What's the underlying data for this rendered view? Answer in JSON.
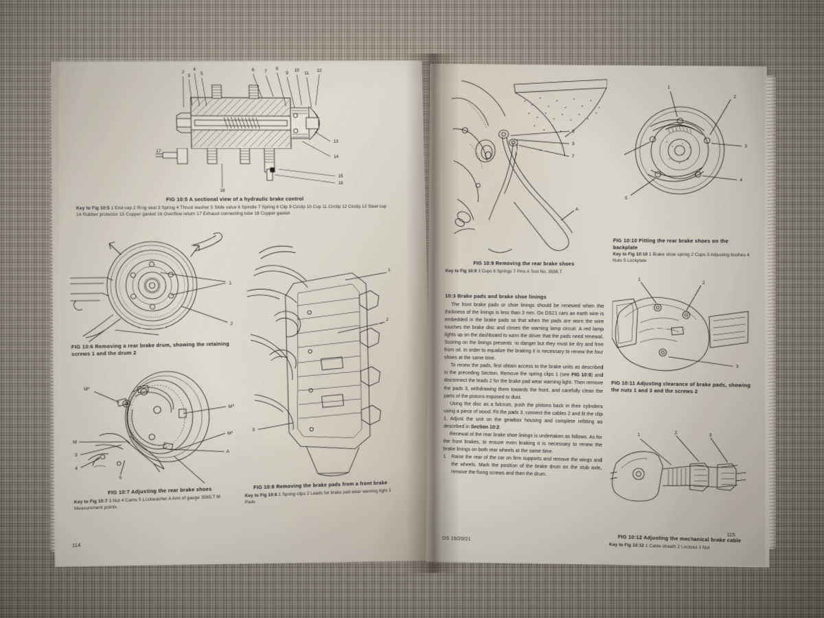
{
  "photo": {
    "subject": "open automotive workshop manual on fabric surface",
    "background_color": "#a09a88",
    "paper_color": "#e2dfd4"
  },
  "left_page": {
    "folio": "114",
    "figures": [
      {
        "id": "fig-10-5",
        "caption": "FIG 10:5   A sectional view of a hydraulic brake control",
        "key_title": "Key to Fig 10:5",
        "key_items": [
          "1 End cap",
          "2 Ring seal",
          "3 Spring",
          "4 Thrust washer",
          "5 Slide valve",
          "6 Spindle",
          "7 Spring",
          "8 Clip",
          "9 Circlip",
          "10 Cup",
          "11 Circlip",
          "12 Circlip",
          "13 Steel cup",
          "14 Rubber protector",
          "15 Copper gasket",
          "16 Overflow return",
          "17 Exhaust connecting tube",
          "18 Copper gasket"
        ],
        "callouts": [
          "2",
          "3",
          "4",
          "5",
          "6",
          "7",
          "8",
          "9",
          "10",
          "11",
          "12",
          "13",
          "14",
          "15",
          "16",
          "17",
          "18"
        ]
      },
      {
        "id": "fig-10-6",
        "caption": "FIG 10:6   Removing a rear brake drum, showing the retaining screws 1 and the drum 2",
        "callouts": [
          "1",
          "2"
        ]
      },
      {
        "id": "fig-10-7",
        "caption": "FIG 10:7   Adjusting the rear brake shoes",
        "key_title": "Key to Fig 10:7",
        "key_items": [
          "3 Nut",
          "4 Cams",
          "5 Lockwasher",
          "A Arm of gauge 3565.T",
          "M Measurement points"
        ],
        "callouts": [
          "M2",
          "M3",
          "M1",
          "M",
          "A",
          "3",
          "4",
          "5"
        ]
      },
      {
        "id": "fig-10-8",
        "caption": "FIG 10:8   Removing the brake pads from a front brake",
        "key_title": "Key to Fig 10:8",
        "key_items": [
          "1 Spring clips",
          "2 Leads for brake pad wear warning light",
          "3 Pads"
        ],
        "callouts": [
          "1",
          "2",
          "3"
        ]
      }
    ]
  },
  "right_page": {
    "folio": "115",
    "footer": "DS 19/20/21",
    "figures": [
      {
        "id": "fig-10-9",
        "caption": "FIG 10:9   Removing the rear brake shoes",
        "key_title": "Key to Fig 10:9",
        "key_items": [
          "3 Cups",
          "6 Springs",
          "7 Pins",
          "A Tool No. 3556.T"
        ],
        "callouts": [
          "6",
          "3",
          "7",
          "A"
        ]
      },
      {
        "id": "fig-10-10",
        "caption": "FIG 10:10   Fitting the rear brake shoes on the backplate",
        "key_title": "Key to Fig 10:10",
        "key_items": [
          "1 Brake shoe spring",
          "2 Cups",
          "3 Adjusting bushes",
          "4 Nuts",
          "5 Lockplate"
        ],
        "callouts": [
          "1",
          "2",
          "3",
          "4",
          "5"
        ]
      },
      {
        "id": "fig-10-11",
        "caption": "FIG 10:11   Adjusting clearance of brake pads, showing the nuts 1 and 3 and the screws 2",
        "callouts": [
          "1",
          "2",
          "3"
        ]
      },
      {
        "id": "fig-10-12",
        "caption": "FIG 10:12   Adjusting the mechanical brake cable",
        "key_title": "Key to Fig 10:12",
        "key_items": [
          "1 Cable sheath",
          "2 Locknut",
          "3 Nut"
        ],
        "callouts": [
          "1",
          "2",
          "3"
        ]
      }
    ],
    "section": {
      "heading": "10:3 Brake pads and brake shoe linings",
      "paragraphs": [
        "The front brake pads or shoe linings should be renewed when the thickness of the linings is less than 3 mm. On DS21 cars an earth wire is embedded in the brake pads so that when the pads are worn the wire touches the brake disc and closes the warning lamp circuit. A red lamp lights up on the dashboard to warn the driver that the pads need renewal. Scoring on the linings presents no danger but they must be dry and free from oil. In order to equalize the braking it is necessary to renew the four shoes at the same time.",
        "To renew the pads, first obtain access to the brake units as described in the preceding Section. Remove the spring clips 1 (see FIG 10:8) and disconnect the leads 2 for the brake pad wear warning light. Then remove the pads 3, withdrawing them towards the front, and carefully clean the parts of the pistons exposed to dust.",
        "Using the disc as a fulcrum, push the pistons back in their cylinders using a piece of wood. Fit the pads 3, connect the cables 2 and fit the clip 1. Adjust the unit on the gearbox housing and complete refitting as described in Section 10:2.",
        "Renewal of the rear brake shoe linings is undertaken as follows. As for the front brakes, to ensure even braking it is necessary to renew the brake linings on both rear wheels at the same time."
      ],
      "numbered_items": [
        {
          "n": "1",
          "text": "Raise the rear of the car on firm supports and remove the wings and the wheels. Mark the position of the brake drum on the stub axle, remove the fixing screws and then the drum."
        }
      ],
      "bold_refs": [
        "FIG 10:8",
        "Section 10:2"
      ]
    }
  }
}
